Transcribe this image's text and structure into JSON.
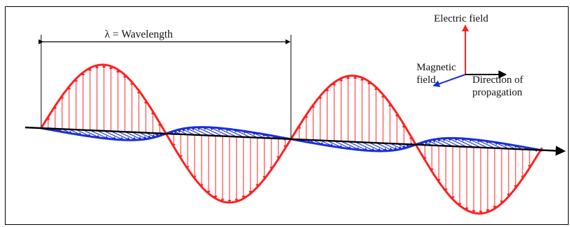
{
  "labels": {
    "wavelength": "λ = Wavelength",
    "electric_field": "Electric  field",
    "magnetic_field": "Magnetic\nfield",
    "direction": "Direction of\npropagation"
  },
  "colors": {
    "electric": "#ff2020",
    "magnetic": "#1a2ed8",
    "axis": "#000000"
  }
}
